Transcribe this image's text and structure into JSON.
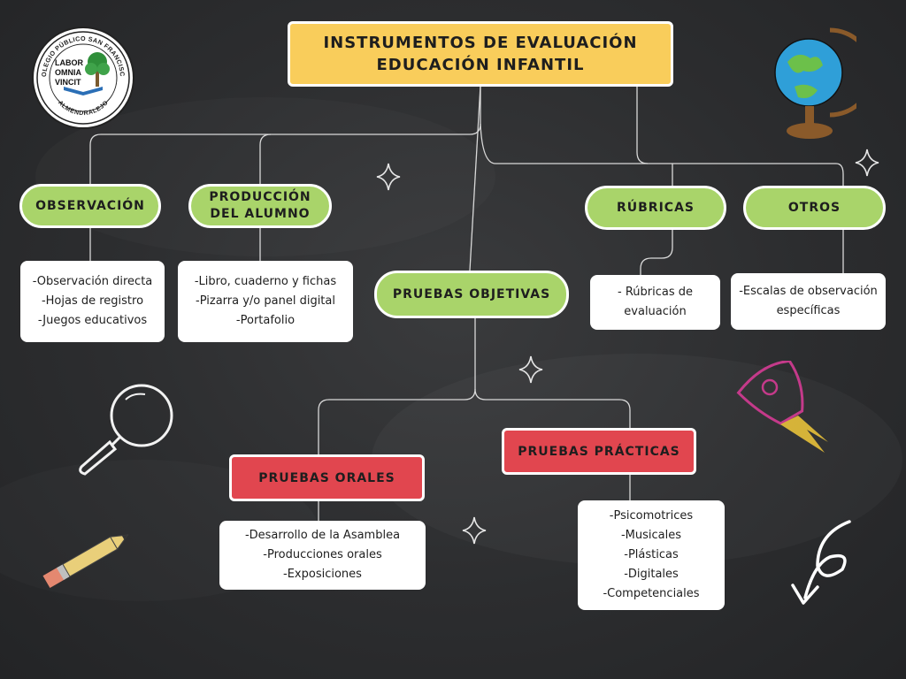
{
  "title": {
    "line1": "INSTRUMENTOS DE EVALUACIÓN",
    "line2": "EDUCACIÓN INFANTIL"
  },
  "logo": {
    "ring_top": "COLEGIO PÚBLICO SAN FRANCISCO",
    "ring_bottom": "ALMENDRALEJO",
    "motto": [
      "LABOR",
      "OMNIA",
      "VINCIT"
    ]
  },
  "categories": {
    "observacion": {
      "label": "OBSERVACIÓN",
      "items": [
        "-Observación directa",
        "-Hojas de registro",
        "-Juegos educativos"
      ]
    },
    "produccion": {
      "label_line1": "PRODUCCIÓN",
      "label_line2": "DEL ALUMNO",
      "items": [
        "-Libro, cuaderno y fichas",
        "-Pizarra y/o panel digital",
        "-Portafolio"
      ]
    },
    "pruebas_objetivas": {
      "label": "PRUEBAS OBJETIVAS"
    },
    "rubricas": {
      "label": "RÚBRICAS",
      "items": [
        "- Rúbricas de",
        "evaluación"
      ]
    },
    "otros": {
      "label": "OTROS",
      "items": [
        "-Escalas de observación",
        "específicas"
      ]
    },
    "pruebas_orales": {
      "label": "PRUEBAS ORALES",
      "items": [
        "-Desarrollo de la Asamblea",
        "-Producciones orales",
        "-Exposiciones"
      ]
    },
    "pruebas_practicas": {
      "label": "PRUEBAS PRÁCTICAS",
      "items": [
        "-Psicomotrices",
        "-Musicales",
        "-Plásticas",
        "-Digitales",
        "-Competenciales"
      ]
    }
  },
  "colors": {
    "title_fill": "#f9cd5b",
    "green_fill": "#a9d46a",
    "red_fill": "#e1464f",
    "board": "#2c2d2f",
    "connector": "#d9d9d9"
  },
  "decorations": [
    "logo",
    "globe-icon",
    "sparkle-icon",
    "magnifier-icon",
    "rocket-icon",
    "pencil-icon",
    "arrow-icon"
  ]
}
